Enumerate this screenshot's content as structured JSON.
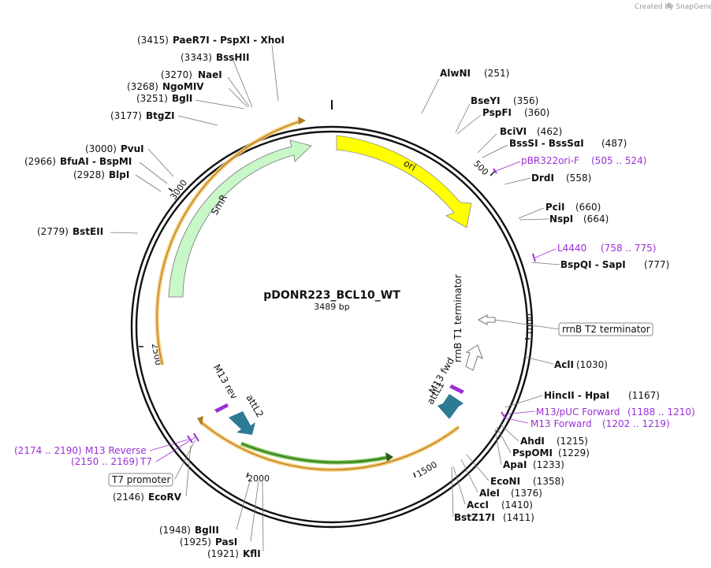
{
  "header": {
    "credit": "Created by SnapGene"
  },
  "plasmid": {
    "name": "pDONR223_BCL10_WT",
    "length": "3489 bp"
  },
  "ticks": [
    "500",
    "1000",
    "1500",
    "2000",
    "2500",
    "3000"
  ],
  "features": {
    "ori": "ori",
    "smr": "SmR",
    "rrnb_t1": "rrnB T1 terminator",
    "rrnb_t2": "rrnB T2 terminator",
    "m13_fwd": "M13 fwd",
    "m13_rev": "M13 rev",
    "attl1": "attL1",
    "attl2": "attL2",
    "t7_promoter": "T7 promoter"
  },
  "sites_right": [
    {
      "name": "AlwNI",
      "pos": "(251)"
    },
    {
      "name": "BseYI",
      "pos": "(356)"
    },
    {
      "name": "PspFI",
      "pos": "(360)"
    },
    {
      "name": "BciVI",
      "pos": "(462)"
    },
    {
      "name": "BssSI - BssSαI",
      "pos": "(487)"
    },
    {
      "name": "DrdI",
      "pos": "(558)"
    },
    {
      "name": "PciI",
      "pos": "(660)"
    },
    {
      "name": "NspI",
      "pos": "(664)"
    },
    {
      "name": "BspQI - SapI",
      "pos": "(777)"
    },
    {
      "name": "AclI",
      "pos": "(1030)"
    },
    {
      "name": "HincII - HpaI",
      "pos": "(1167)"
    },
    {
      "name": "AhdI",
      "pos": "(1215)"
    },
    {
      "name": "PspOMI",
      "pos": "(1229)"
    },
    {
      "name": "ApaI",
      "pos": "(1233)"
    },
    {
      "name": "EcoNI",
      "pos": "(1358)"
    },
    {
      "name": "AleI",
      "pos": "(1376)"
    },
    {
      "name": "AccI",
      "pos": "(1410)"
    },
    {
      "name": "BstZ17I",
      "pos": "(1411)"
    }
  ],
  "sites_left": [
    {
      "name": "PaeR7I - PspXI - XhoI",
      "pos": "(3415)"
    },
    {
      "name": "BssHII",
      "pos": "(3343)"
    },
    {
      "name": "NaeI",
      "pos": "(3270)"
    },
    {
      "name": "NgoMIV",
      "pos": "(3268)"
    },
    {
      "name": "BglI",
      "pos": "(3251)"
    },
    {
      "name": "BtgZI",
      "pos": "(3177)"
    },
    {
      "name": "PvuI",
      "pos": "(3000)"
    },
    {
      "name": "BfuAI - BspMI",
      "pos": "(2966)"
    },
    {
      "name": "BlpI",
      "pos": "(2928)"
    },
    {
      "name": "BstEII",
      "pos": "(2779)"
    },
    {
      "name": "EcoRV",
      "pos": "(2146)"
    },
    {
      "name": "BglII",
      "pos": "(1948)"
    },
    {
      "name": "PasI",
      "pos": "(1925)"
    },
    {
      "name": "KflI",
      "pos": "(1921)"
    }
  ],
  "primers": [
    {
      "name": "pBR322ori-F",
      "range": "(505 .. 524)"
    },
    {
      "name": "L4440",
      "range": "(758 .. 775)"
    },
    {
      "name": "M13/pUC Forward",
      "range": "(1188 .. 1210)"
    },
    {
      "name": "M13 Forward",
      "range": "(1202 .. 1219)"
    },
    {
      "name": "M13 Reverse",
      "range": "(2174 .. 2190)"
    },
    {
      "name": "T7",
      "range": "(2150 .. 2169)"
    }
  ],
  "colors": {
    "ori": "#ffff00",
    "smr": "#c8f7c8",
    "att": "#2e7a94",
    "primer": "#9b2fd6",
    "highlight": "#f5c66b",
    "insert_green": "#6fbf4a"
  }
}
